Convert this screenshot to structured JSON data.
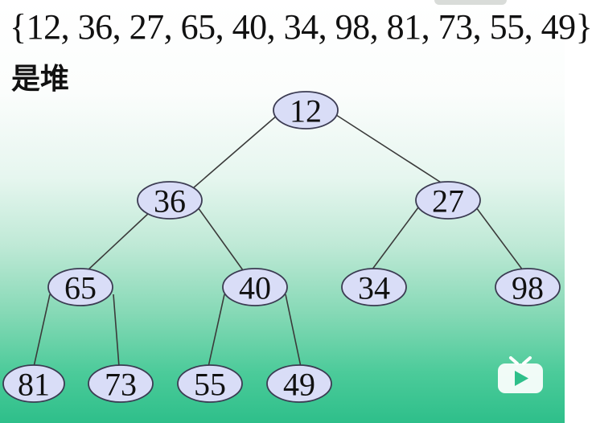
{
  "sequence": "{12, 36, 27, 65, 40, 34, 98, 81, 73, 55, 49}",
  "caption": "是堆",
  "tree": {
    "nodes": [
      {
        "id": "n0",
        "label": "12",
        "parent": null
      },
      {
        "id": "n1",
        "label": "36",
        "parent": "n0"
      },
      {
        "id": "n2",
        "label": "27",
        "parent": "n0"
      },
      {
        "id": "n3",
        "label": "65",
        "parent": "n1"
      },
      {
        "id": "n4",
        "label": "40",
        "parent": "n1"
      },
      {
        "id": "n5",
        "label": "34",
        "parent": "n2"
      },
      {
        "id": "n6",
        "label": "98",
        "parent": "n2"
      },
      {
        "id": "n7",
        "label": "81",
        "parent": "n3"
      },
      {
        "id": "n8",
        "label": "73",
        "parent": "n3"
      },
      {
        "id": "n9",
        "label": "55",
        "parent": "n4"
      },
      {
        "id": "n10",
        "label": "49",
        "parent": "n4"
      }
    ]
  },
  "colors": {
    "node_fill": "#d9ddf7",
    "node_stroke": "#3b3b52",
    "edge": "#3a3a3a",
    "background_bottom": "#2ebf8a"
  },
  "icons": {
    "player_logo": "bilibili-tv-icon"
  }
}
